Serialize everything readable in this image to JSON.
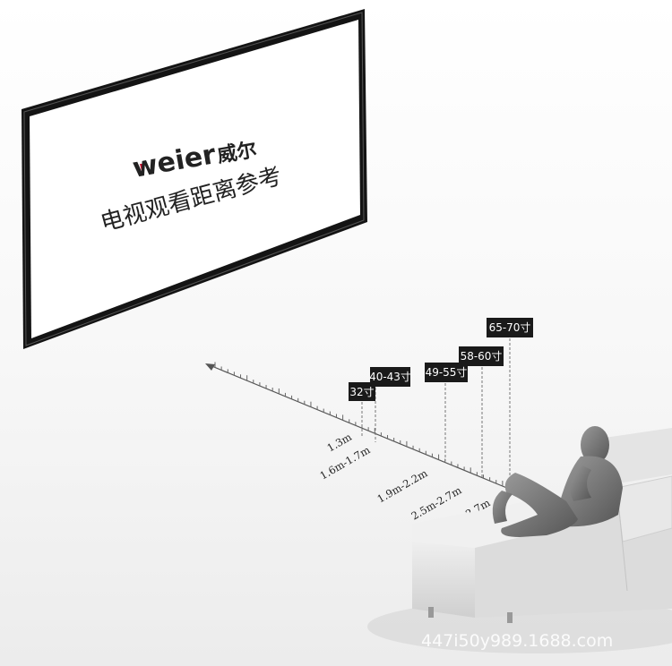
{
  "tv": {
    "brand_latin": "weier",
    "brand_cn": "威尔",
    "title": "电视观看距离参考"
  },
  "sizes": [
    {
      "label": "32寸"
    },
    {
      "label": "40-43寸"
    },
    {
      "label": "49-55寸"
    },
    {
      "label": "58-60寸"
    },
    {
      "label": "65-70寸"
    }
  ],
  "distances": [
    {
      "label": "1.3m"
    },
    {
      "label": "1.6m-1.7m"
    },
    {
      "label": "1.9m-2.2m"
    },
    {
      "label": "2.5m-2.7m"
    },
    {
      "label": "2.5m-2.7m"
    }
  ],
  "watermark": "447i50y989.1688.com",
  "colors": {
    "label_bg": "#1a1a1a",
    "tv_frame": "#141414",
    "screen": "#ffffff",
    "sofa": "#dedede"
  }
}
